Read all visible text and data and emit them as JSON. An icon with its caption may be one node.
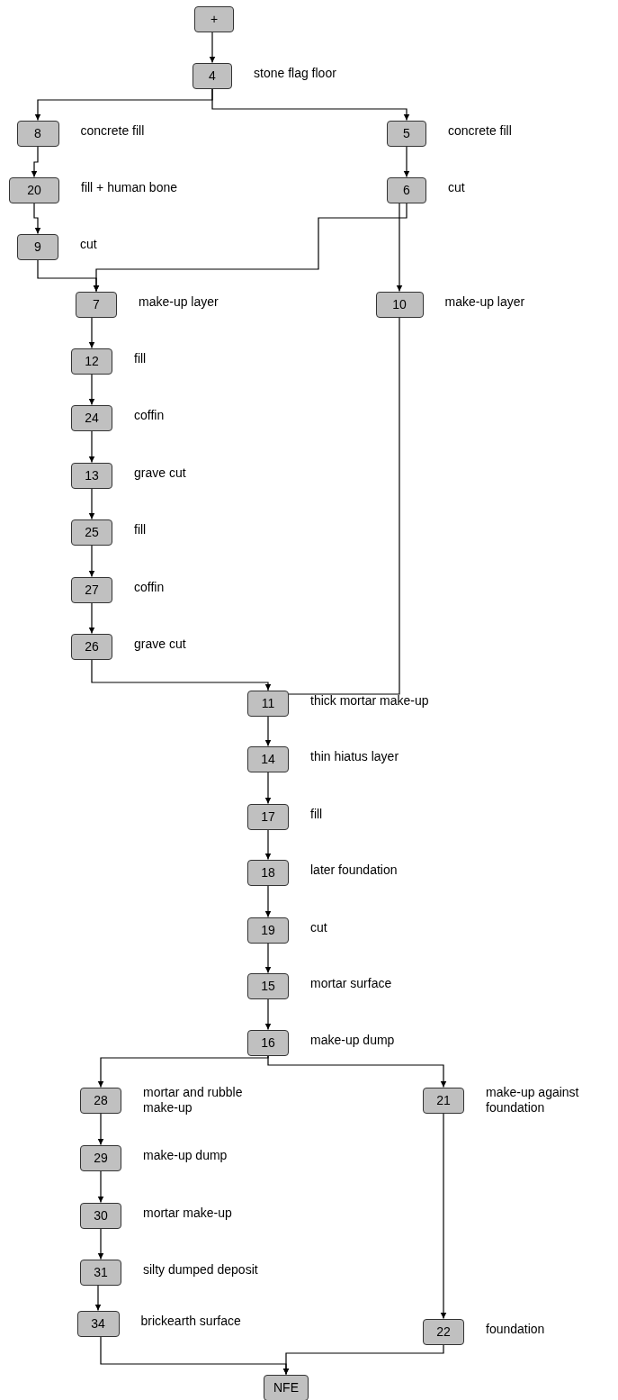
{
  "diagram": {
    "nodes": [
      {
        "text": [
          "+"
        ]
      },
      {
        "text": [
          "4"
        ],
        "beside": [
          "stone flag floor"
        ]
      },
      {
        "text": [
          "8"
        ],
        "beside": [
          "concrete fill"
        ]
      },
      {
        "text": [
          "5"
        ],
        "beside": [
          "concrete fill"
        ]
      },
      {
        "text": [
          "20"
        ],
        "beside": [
          "fill + human bone"
        ]
      },
      {
        "text": [
          "6"
        ],
        "beside": [
          "cut"
        ]
      },
      {
        "text": [
          "9"
        ],
        "beside": [
          "cut"
        ]
      },
      {
        "text": [
          "7"
        ],
        "beside": [
          "make-up layer"
        ]
      },
      {
        "text": [
          "10"
        ],
        "beside": [
          "make-up layer"
        ]
      },
      {
        "text": [
          "12"
        ],
        "beside": [
          "fill"
        ]
      },
      {
        "text": [
          "24"
        ],
        "beside": [
          "coffin"
        ]
      },
      {
        "text": [
          "13"
        ],
        "beside": [
          "grave cut"
        ]
      },
      {
        "text": [
          "25"
        ],
        "beside": [
          "fill"
        ]
      },
      {
        "text": [
          "27"
        ],
        "beside": [
          "coffin"
        ]
      },
      {
        "text": [
          "26"
        ],
        "beside": [
          "grave cut"
        ]
      },
      {
        "text": [
          "11"
        ],
        "beside": [
          "thick mortar make-up"
        ]
      },
      {
        "text": [
          "14"
        ],
        "beside": [
          "thin hiatus layer"
        ]
      },
      {
        "text": [
          "17"
        ],
        "beside": [
          "fill"
        ]
      },
      {
        "text": [
          "18"
        ],
        "beside": [
          "later foundation"
        ]
      },
      {
        "text": [
          "19"
        ],
        "beside": [
          "cut"
        ]
      },
      {
        "text": [
          "15"
        ],
        "beside": [
          "mortar surface"
        ]
      },
      {
        "text": [
          "16"
        ],
        "beside": [
          "make-up dump"
        ]
      },
      {
        "text": [
          "28"
        ],
        "beside": [
          "mortar and rubble make-up"
        ]
      },
      {
        "text": [
          "21"
        ],
        "beside": [
          "make-up against foundation"
        ]
      },
      {
        "text": [
          "29"
        ],
        "beside": [
          "make-up dump"
        ]
      },
      {
        "text": [
          "30"
        ],
        "beside": [
          "mortar make-up"
        ]
      },
      {
        "text": [
          "31"
        ],
        "beside": [
          "silty dumped deposit"
        ]
      },
      {
        "text": [
          "34"
        ],
        "beside": [
          "brickearth surface"
        ]
      },
      {
        "text": [
          "22"
        ],
        "beside": [
          "foundation"
        ]
      },
      {
        "text": [
          "NFE"
        ]
      }
    ],
    "edges": [
      {
        "from": 0,
        "to": 1,
        "arrow": "to"
      },
      {
        "from": 1,
        "to": 2,
        "arrow": "to"
      },
      {
        "from": 1,
        "to": 3,
        "arrow": "to"
      },
      {
        "from": 2,
        "to": 4,
        "arrow": "to"
      },
      {
        "from": 3,
        "to": 5,
        "arrow": "to"
      },
      {
        "from": 4,
        "to": 6,
        "arrow": "to"
      },
      {
        "from": 6,
        "to": 7,
        "arrow": "to"
      },
      {
        "from": 5,
        "to": 7,
        "arrow": "to"
      },
      {
        "from": 5,
        "to": 8,
        "arrow": "to"
      },
      {
        "from": 7,
        "to": 9,
        "arrow": "to"
      },
      {
        "from": 9,
        "to": 10,
        "arrow": "to"
      },
      {
        "from": 10,
        "to": 11,
        "arrow": "to"
      },
      {
        "from": 11,
        "to": 12,
        "arrow": "to"
      },
      {
        "from": 12,
        "to": 13,
        "arrow": "to"
      },
      {
        "from": 13,
        "to": 14,
        "arrow": "to"
      },
      {
        "from": 14,
        "to": 15,
        "arrow": "to"
      },
      {
        "from": 8,
        "to": 15,
        "arrow": "to"
      },
      {
        "from": 15,
        "to": 16,
        "arrow": "to"
      },
      {
        "from": 16,
        "to": 17,
        "arrow": "to"
      },
      {
        "from": 17,
        "to": 18,
        "arrow": "to"
      },
      {
        "from": 18,
        "to": 19,
        "arrow": "to"
      },
      {
        "from": 19,
        "to": 20,
        "arrow": "to"
      },
      {
        "from": 20,
        "to": 21,
        "arrow": "to"
      },
      {
        "from": 21,
        "to": 22,
        "arrow": "to"
      },
      {
        "from": 21,
        "to": 23,
        "arrow": "to"
      },
      {
        "from": 22,
        "to": 24,
        "arrow": "to"
      },
      {
        "from": 24,
        "to": 25,
        "arrow": "to"
      },
      {
        "from": 25,
        "to": 26,
        "arrow": "to"
      },
      {
        "from": 26,
        "to": 27,
        "arrow": "to"
      },
      {
        "from": 23,
        "to": 28,
        "arrow": "to"
      },
      {
        "from": 27,
        "to": 29,
        "arrow": "to"
      },
      {
        "from": 28,
        "to": 29,
        "arrow": "to"
      }
    ]
  }
}
